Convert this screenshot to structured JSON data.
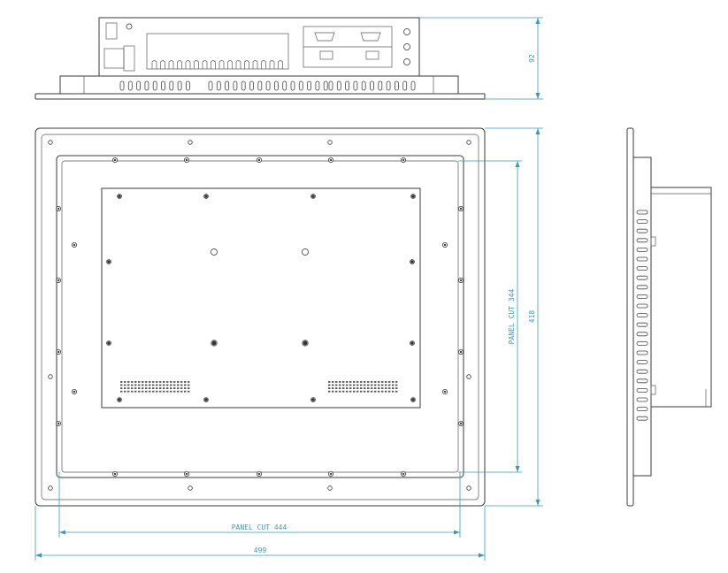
{
  "dimensions": {
    "top_height": "92",
    "overall_height": "418",
    "panel_cut_height": "PANEL CUT 344",
    "panel_cut_width": "PANEL CUT 444",
    "overall_width": "499"
  },
  "colors": {
    "dimension_line": "#3a9ab8",
    "outline": "#3a3a3a"
  }
}
